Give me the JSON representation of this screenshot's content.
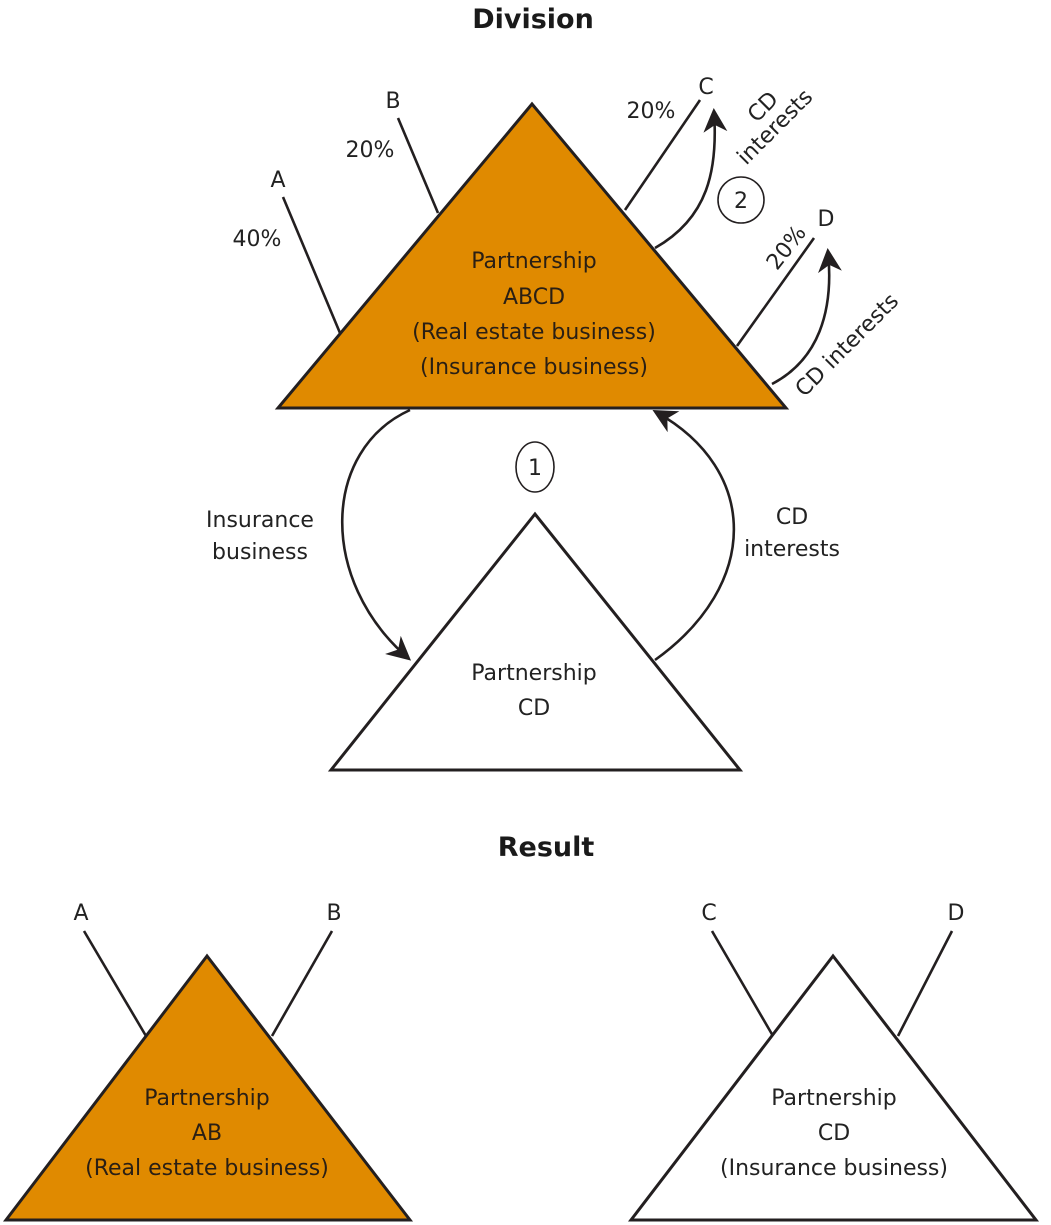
{
  "colors": {
    "partnership_abcd_fill": "#e08a00",
    "partnership_ab_fill": "#e08a00",
    "partnership_cd_fill": "#ffffff",
    "line": "#231f20"
  },
  "division": {
    "title": "Division",
    "partnership_abcd": {
      "line1": "Partnership",
      "line2": "ABCD",
      "line3": "(Real estate business)",
      "line4": "(Insurance business)"
    },
    "partners": [
      {
        "name": "A",
        "share": "40%"
      },
      {
        "name": "B",
        "share": "20%"
      },
      {
        "name": "C",
        "share": "20%"
      },
      {
        "name": "D",
        "share": "20%"
      }
    ],
    "step1": {
      "number": "1",
      "insurance_label_line1": "Insurance",
      "insurance_label_line2": "business",
      "cd_interests_line1": "CD",
      "cd_interests_line2": "interests"
    },
    "step2": {
      "number": "2",
      "to_c_line1": "CD",
      "to_c_line2": "interests",
      "to_d": "CD interests"
    },
    "partnership_cd": {
      "line1": "Partnership",
      "line2": "CD"
    }
  },
  "result": {
    "title": "Result",
    "partnership_ab": {
      "line1": "Partnership",
      "line2": "AB",
      "line3": "(Real estate business)",
      "partners": [
        "A",
        "B"
      ]
    },
    "partnership_cd": {
      "line1": "Partnership",
      "line2": "CD",
      "line3": "(Insurance business)",
      "partners": [
        "C",
        "D"
      ]
    }
  }
}
